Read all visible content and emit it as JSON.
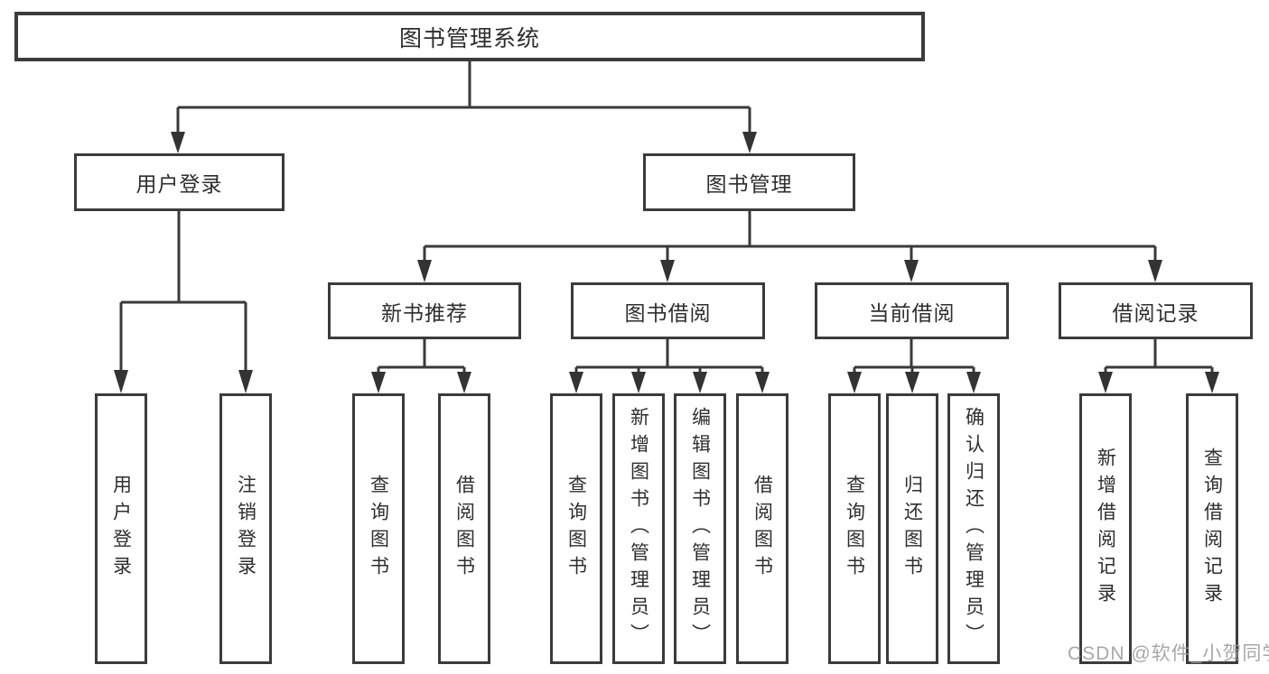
{
  "diagram": {
    "root": {
      "label": "图书管理系统"
    },
    "level2": [
      {
        "label": "用户登录",
        "children": [
          {
            "label": "用户登录"
          },
          {
            "label": "注销登录"
          }
        ]
      },
      {
        "label": "图书管理",
        "children": [
          {
            "label": "新书推荐",
            "children": [
              {
                "label": "查询图书"
              },
              {
                "label": "借阅图书"
              }
            ]
          },
          {
            "label": "图书借阅",
            "children": [
              {
                "label": "查询图书"
              },
              {
                "label": "新增图书（管理员）"
              },
              {
                "label": "编辑图书（管理员）"
              },
              {
                "label": "借阅图书"
              }
            ]
          },
          {
            "label": "当前借阅",
            "children": [
              {
                "label": "查询图书"
              },
              {
                "label": "归还图书"
              },
              {
                "label": "确认归还（管理员）"
              }
            ]
          },
          {
            "label": "借阅记录",
            "children": [
              {
                "label": "新增借阅记录"
              },
              {
                "label": "查询借阅记录"
              }
            ]
          }
        ]
      }
    ]
  },
  "watermark": {
    "text": "CSDN @软件_小贺同学"
  },
  "colors": {
    "line": "#3a3a3a",
    "box_border": "#3b3b3b",
    "box_fill": "#ffffff",
    "text": "#2e2e2e",
    "watermark": "#9e9e9e"
  }
}
